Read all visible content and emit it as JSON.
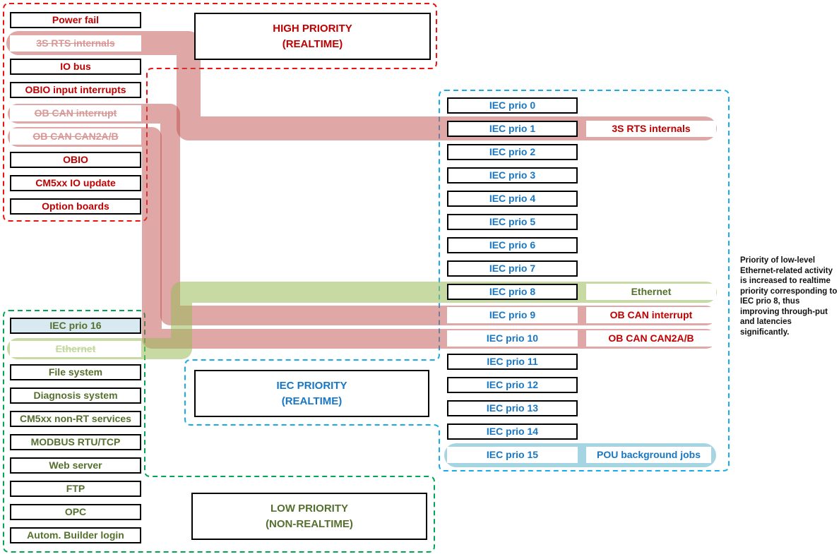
{
  "colors": {
    "red_text": "#C00000",
    "blue_text": "#1777C4",
    "olive_text": "#55702E",
    "pink_strike_text": "#D99694",
    "green_strike_text": "#C3D69B",
    "prio16_fill": "#D9E9F2",
    "dashed_red": "#F01010",
    "dashed_blue": "#18ACE8",
    "dashed_green": "#00A651",
    "ribbon_pink": "rgba(192,80,77,0.5)",
    "ribbon_green": "rgba(155,187,89,0.55)",
    "ribbon_blue": "rgba(75,172,198,0.5)"
  },
  "high_priority_group": {
    "title_line1": "HIGH PRIORITY",
    "title_line2": "(REALTIME)",
    "items": [
      {
        "label": "Power fail",
        "style": "red"
      },
      {
        "label": "3S RTS internals",
        "style": "pink-strike"
      },
      {
        "label": "IO bus",
        "style": "red"
      },
      {
        "label": "OBIO input interrupts",
        "style": "red"
      },
      {
        "label": "OB CAN interrupt",
        "style": "pink-strike"
      },
      {
        "label": "OB CAN CAN2A/B",
        "style": "pink-strike"
      },
      {
        "label": "OBIO",
        "style": "red"
      },
      {
        "label": "CM5xx IO update",
        "style": "red"
      },
      {
        "label": "Option boards",
        "style": "red"
      }
    ]
  },
  "iec_priority_group": {
    "title_line1": "IEC PRIORITY",
    "title_line2": "(REALTIME)",
    "rows": [
      {
        "label": "IEC prio 0"
      },
      {
        "label": "IEC prio 1",
        "tag": "3S RTS internals",
        "tag_style": "red"
      },
      {
        "label": "IEC prio 2"
      },
      {
        "label": "IEC prio 3"
      },
      {
        "label": "IEC prio 4"
      },
      {
        "label": "IEC prio 5"
      },
      {
        "label": "IEC prio 6"
      },
      {
        "label": "IEC prio 7"
      },
      {
        "label": "IEC prio 8",
        "tag": "Ethernet",
        "tag_style": "olive"
      },
      {
        "label": "IEC prio 9",
        "box_style": "on-band",
        "tag": "OB CAN interrupt",
        "tag_style": "red"
      },
      {
        "label": "IEC prio 10",
        "box_style": "on-band",
        "tag": "OB CAN CAN2A/B",
        "tag_style": "red"
      },
      {
        "label": "IEC prio 11"
      },
      {
        "label": "IEC prio 12"
      },
      {
        "label": "IEC prio 13"
      },
      {
        "label": "IEC prio 14"
      },
      {
        "label": "IEC prio 15",
        "box_style": "on-band",
        "tag": "POU background jobs",
        "tag_style": "blue",
        "tag_width": 177
      }
    ]
  },
  "low_priority_group": {
    "title_line1": "LOW PRIORITY",
    "title_line2": "(NON-REALTIME)",
    "items": [
      {
        "label": "IEC prio 16",
        "style": "olive-fill"
      },
      {
        "label": "Ethernet",
        "style": "green-strike"
      },
      {
        "label": "File system",
        "style": "olive"
      },
      {
        "label": "Diagnosis system",
        "style": "olive"
      },
      {
        "label": "CM5xx non-RT services",
        "style": "olive"
      },
      {
        "label": "MODBUS RTU/TCP",
        "style": "olive"
      },
      {
        "label": "Web server",
        "style": "olive"
      },
      {
        "label": "FTP",
        "style": "olive"
      },
      {
        "label": "OPC",
        "style": "olive"
      },
      {
        "label": "Autom. Builder login",
        "style": "olive"
      }
    ]
  },
  "annotation": {
    "text": "Priority of low-level Ethernet-related activity is increased to realtime priority corresponding to IEC prio 8, thus improving through-put and latencies significantly."
  }
}
